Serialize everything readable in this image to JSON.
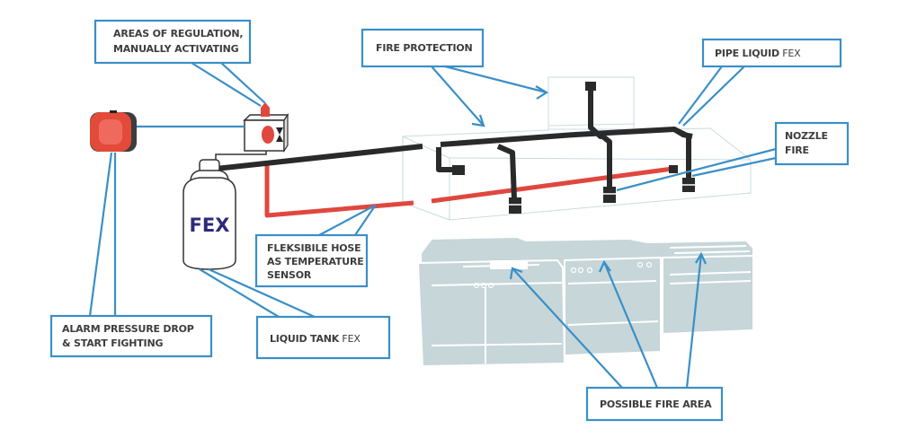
{
  "diagram": {
    "title": "Kitchen hood fire suppression system",
    "callouts": {
      "regulation": {
        "line1": "AREAS OF REGULATION,",
        "line2": "MANUALLY ACTIVATING"
      },
      "fire_protection": {
        "line1": "FIRE PROTECTION"
      },
      "pipe": {
        "bold": "PIPE LIQUID",
        "light": " FEX"
      },
      "nozzle": {
        "line1": "NOZZLE",
        "line2": "FIRE"
      },
      "hose": {
        "line1": "FLEKSIBILE HOSE",
        "line2": "AS TEMPERATURE",
        "line3": "SENSOR"
      },
      "alarm": {
        "line1": "ALARM  PRESSURE DROP",
        "line2": "& START FIGHTING"
      },
      "tank": {
        "bold": "LIQUID TANK",
        "light": " FEX"
      },
      "fire_area": {
        "line1": "POSSIBLE  FIRE  AREA"
      }
    },
    "components": {
      "tank_label": "FEX",
      "alarm": "alarm-siren",
      "control_valve": "manual-activation-valve",
      "hood": "kitchen-exhaust-hood",
      "equipment": "kitchen-cooking-line"
    },
    "colors": {
      "callout_border": "#3a8fc7",
      "pipe": "#2a2a2a",
      "hose": "#e0473f",
      "equipment": "#c6d6d9",
      "tank_text": "#2e2a7a"
    }
  }
}
